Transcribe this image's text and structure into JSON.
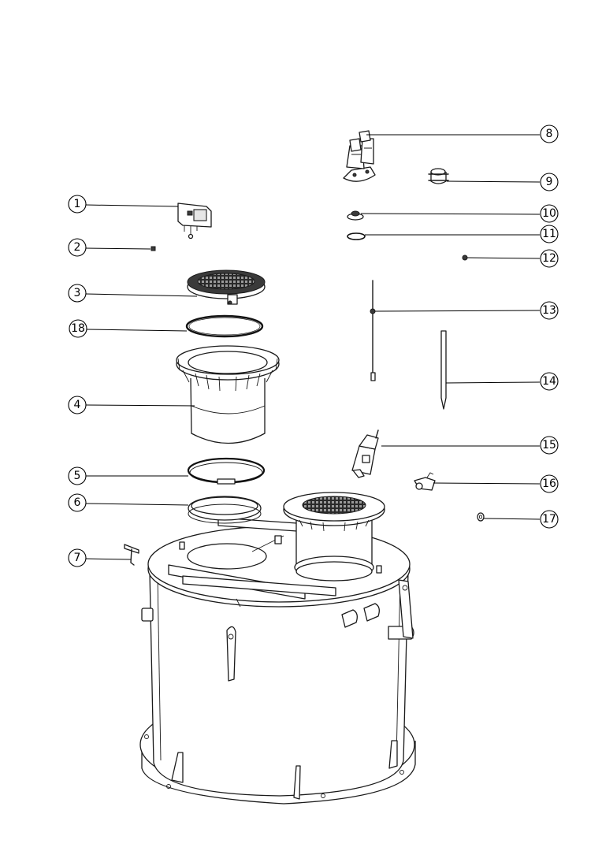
{
  "callouts": [
    {
      "id": "1",
      "label": "1"
    },
    {
      "id": "2",
      "label": "2"
    },
    {
      "id": "3",
      "label": "3"
    },
    {
      "id": "18",
      "label": "18"
    },
    {
      "id": "4",
      "label": "4"
    },
    {
      "id": "5",
      "label": "5"
    },
    {
      "id": "6",
      "label": "6"
    },
    {
      "id": "7",
      "label": "7"
    },
    {
      "id": "8",
      "label": "8"
    },
    {
      "id": "9",
      "label": "9"
    },
    {
      "id": "10",
      "label": "10"
    },
    {
      "id": "11",
      "label": "11"
    },
    {
      "id": "12",
      "label": "12"
    },
    {
      "id": "13",
      "label": "13"
    },
    {
      "id": "14",
      "label": "14"
    },
    {
      "id": "15",
      "label": "15"
    },
    {
      "id": "16",
      "label": "16"
    },
    {
      "id": "17",
      "label": "17"
    }
  ],
  "colors": {
    "line": "#1a1a1a",
    "background": "#ffffff",
    "grate": "#3a3a3a"
  }
}
